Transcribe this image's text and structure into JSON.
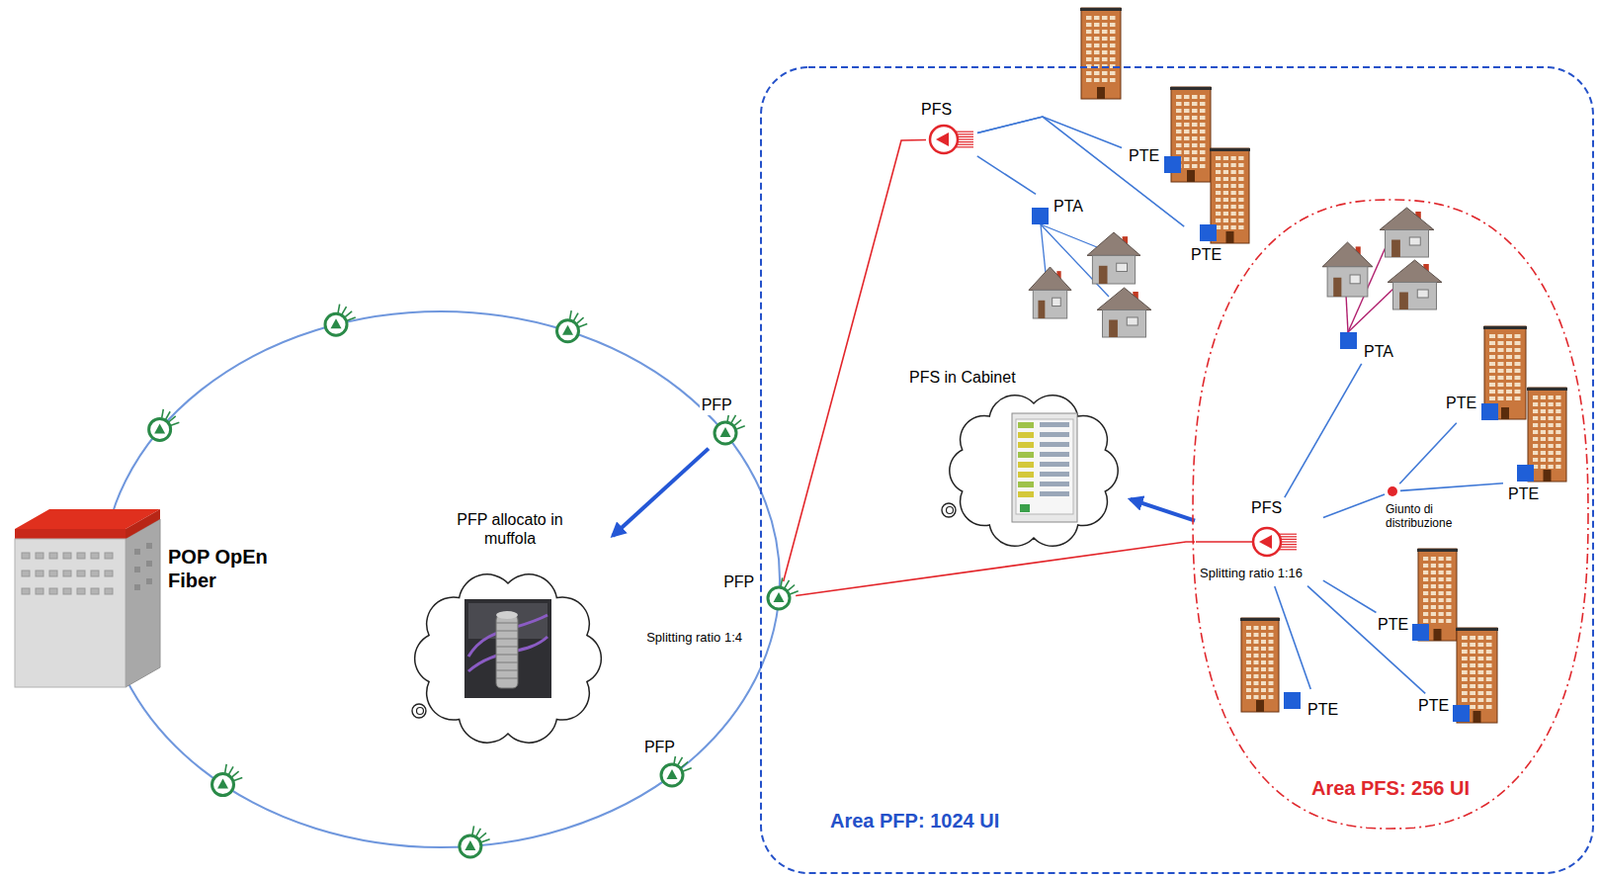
{
  "diagram": {
    "nodes": [
      {
        "text": [
          "POP OpEn Fiber"
        ]
      },
      {
        "text": [
          "PFP"
        ]
      },
      {
        "text": [
          "PFP",
          "Splitting ratio 1:4"
        ]
      },
      {
        "text": [
          "PFP"
        ]
      },
      {
        "text": [
          "PFP allocato in muffola"
        ]
      },
      {
        "text": [
          "Area PFP: 1024 UI"
        ]
      },
      {
        "text": [
          "PFS"
        ],
        "in": 5
      },
      {
        "text": [
          "PTE"
        ],
        "in": 5
      },
      {
        "text": [
          "PTA"
        ],
        "in": 5
      },
      {
        "text": [
          "PTE"
        ],
        "in": 5
      },
      {
        "text": [
          "PFS in Cabinet"
        ],
        "in": 5
      },
      {
        "text": [
          "Area PFS: 256 UI"
        ],
        "in": 5
      },
      {
        "text": [
          "PTA"
        ],
        "in": 11
      },
      {
        "text": [
          "PTE"
        ],
        "in": 11
      },
      {
        "text": [
          "Giunto di distribuzione"
        ],
        "in": 11
      },
      {
        "text": [
          "PTE"
        ],
        "in": 11
      },
      {
        "text": [
          "PFS",
          "Splitting ratio 1:16"
        ],
        "in": 11
      },
      {
        "text": [
          "PTE"
        ],
        "in": 11
      },
      {
        "text": [
          "PTE"
        ],
        "in": 11
      },
      {
        "text": [
          "PTE"
        ],
        "in": 11
      }
    ],
    "edges": [
      {
        "from": 1,
        "to": 4,
        "arrow": "to"
      },
      {
        "from": 2,
        "to": 6,
        "arrow": "none"
      },
      {
        "from": 2,
        "to": 16,
        "arrow": "none"
      },
      {
        "from": 6,
        "to": 7,
        "arrow": "none"
      },
      {
        "from": 6,
        "to": 9,
        "arrow": "none"
      },
      {
        "from": 6,
        "to": 8,
        "arrow": "none"
      },
      {
        "from": 16,
        "to": 10,
        "arrow": "to"
      },
      {
        "from": 16,
        "to": 12,
        "arrow": "none"
      },
      {
        "from": 16,
        "to": 14,
        "arrow": "none"
      },
      {
        "from": 16,
        "to": 17,
        "arrow": "none"
      },
      {
        "from": 16,
        "to": 18,
        "arrow": "none"
      },
      {
        "from": 16,
        "to": 19,
        "arrow": "none"
      },
      {
        "from": 14,
        "to": 13,
        "arrow": "none"
      },
      {
        "from": 14,
        "to": 15,
        "arrow": "none"
      }
    ]
  }
}
